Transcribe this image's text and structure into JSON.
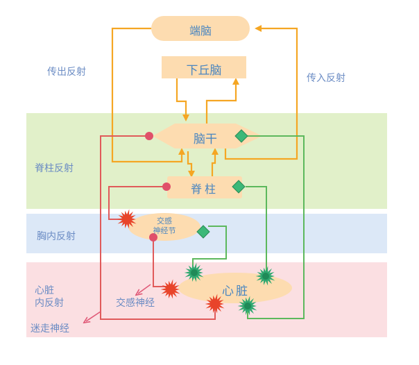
{
  "title": "心脏神经反射示意图",
  "bands": [
    {
      "id": "spinal",
      "label": "脊柱反射",
      "color": "#e1f0c9"
    },
    {
      "id": "intrathoracic",
      "label": "胸内反射",
      "color": "#dce8f7"
    },
    {
      "id": "intracardiac",
      "label": "心脏\n内反射",
      "label_lines": [
        "心脏",
        "内反射"
      ],
      "color": "#fbdfe2"
    }
  ],
  "side_labels": {
    "efferent": "传出反射",
    "afferent": "传入反射",
    "sympathetic": "交感神经",
    "vagus": "迷走神经"
  },
  "nodes": {
    "telencephalon": "端脑",
    "hypothalamus": "下丘脑",
    "brainstem": "脑干",
    "spine": "脊柱",
    "ganglion_line1": "交感",
    "ganglion_line2": "神经节",
    "heart": "心脏"
  },
  "colors": {
    "node_fill": "#fddcb0",
    "orange_line": "#f5a623",
    "red_line": "#e05a5a",
    "red_dot": "#e0506a",
    "green_line": "#5cb85c",
    "green_diamond": "#3cb878",
    "red_burst": "#e8442a",
    "green_burst": "#2fa870",
    "label_text": "#6b8cc4",
    "node_text": "#4a86c0"
  },
  "connections": {
    "orange": "脑内传导 (端脑/下丘脑/脑干/脊柱)",
    "red": "传出通路 (交感 / 迷走)",
    "green": "传入通路"
  }
}
